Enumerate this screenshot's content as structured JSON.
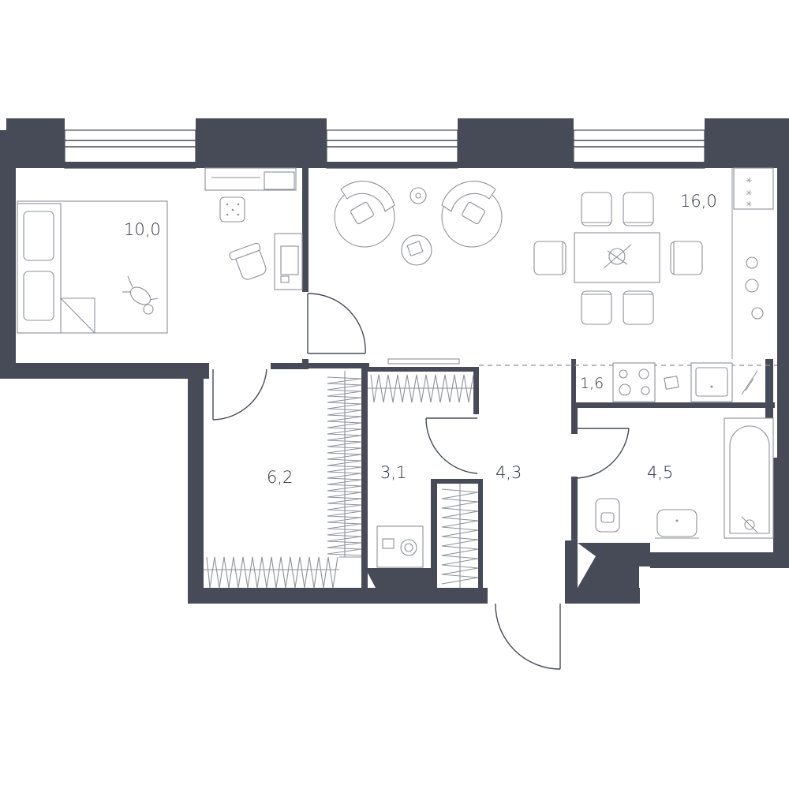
{
  "plan": {
    "rooms": [
      {
        "id": "bedroom",
        "area": "10,0"
      },
      {
        "id": "living-kitchen",
        "area": "16,0"
      },
      {
        "id": "balcony-kitchen-nook",
        "area": "1,6"
      },
      {
        "id": "walk-in-closet",
        "area": "6,2"
      },
      {
        "id": "laundry",
        "area": "3,1"
      },
      {
        "id": "hallway",
        "area": "4,3"
      },
      {
        "id": "bathroom",
        "area": "4,5"
      }
    ],
    "colors": {
      "wall": "#474b58",
      "furniture": "#8e919a",
      "background": "#ffffff"
    },
    "icons": [
      "bed-icon",
      "sofa-chair-icon",
      "dining-table-icon",
      "desk-icon",
      "cooktop-icon",
      "sink-icon",
      "bathtub-icon",
      "toilet-icon",
      "washing-machine-icon",
      "wardrobe-icon",
      "dog-icon",
      "door-swing-icon"
    ]
  }
}
